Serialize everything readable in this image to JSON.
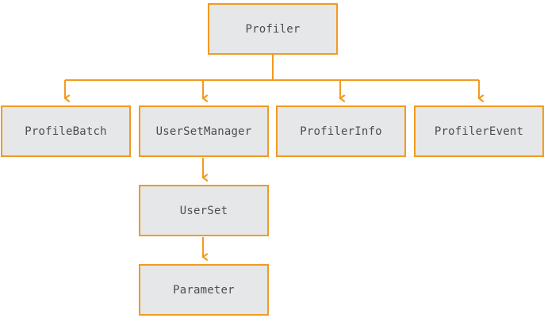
{
  "diagram": {
    "type": "hierarchy-tree",
    "orientation": "top-down",
    "background_color": "#ffffff",
    "node_fill_color": "#e6e7e8",
    "node_border_color": "#f29a1f",
    "connector_color": "#f29a1f",
    "label_color": "#4d4d4d",
    "nodes": [
      {
        "id": "profiler",
        "label": "Profiler",
        "level": 0
      },
      {
        "id": "profilebatch",
        "label": "ProfileBatch",
        "level": 1
      },
      {
        "id": "usersetmanager",
        "label": "UserSetManager",
        "level": 1
      },
      {
        "id": "profilerinfo",
        "label": "ProfilerInfo",
        "level": 1
      },
      {
        "id": "profilerevent",
        "label": "ProfilerEvent",
        "level": 1
      },
      {
        "id": "userset",
        "label": "UserSet",
        "level": 2
      },
      {
        "id": "parameter",
        "label": "Parameter",
        "level": 3
      }
    ],
    "edges": [
      {
        "from": "profiler",
        "to": "profilebatch",
        "arrow": "to"
      },
      {
        "from": "profiler",
        "to": "usersetmanager",
        "arrow": "to"
      },
      {
        "from": "profiler",
        "to": "profilerinfo",
        "arrow": "to"
      },
      {
        "from": "profiler",
        "to": "profilerevent",
        "arrow": "to"
      },
      {
        "from": "usersetmanager",
        "to": "userset",
        "arrow": "to"
      },
      {
        "from": "userset",
        "to": "parameter",
        "arrow": "to"
      }
    ]
  }
}
